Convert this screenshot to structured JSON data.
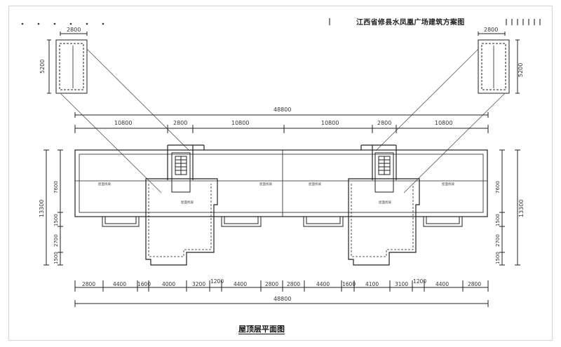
{
  "header": {
    "title": "江西省修县水凤凰广场建筑方案图"
  },
  "plan": {
    "caption": "屋顶层平面图",
    "overall_width": "48800",
    "top_dims": [
      "10800",
      "2800",
      "10800",
      "10800",
      "2800",
      "10800"
    ],
    "bottom_dims": [
      "2800",
      "4400",
      "1600",
      "4000",
      "3200",
      "1200",
      "4400",
      "2800",
      "2800",
      "4400",
      "1600",
      "4100",
      "3100",
      "1200",
      "4400",
      "2800"
    ],
    "left_side_dims": [
      "7600",
      "1500",
      "2700",
      "1500"
    ],
    "left_total": "13300",
    "right_side_dims": [
      "7600",
      "1500",
      "2700",
      "1500"
    ],
    "right_total": "13300",
    "detail_width": "2800",
    "detail_height": "5200",
    "roof_labels": [
      "屋面找坡",
      "屋面找坡",
      "屋面找坡",
      "屋面找坡",
      "屋面找坡",
      "屋面找坡"
    ]
  }
}
